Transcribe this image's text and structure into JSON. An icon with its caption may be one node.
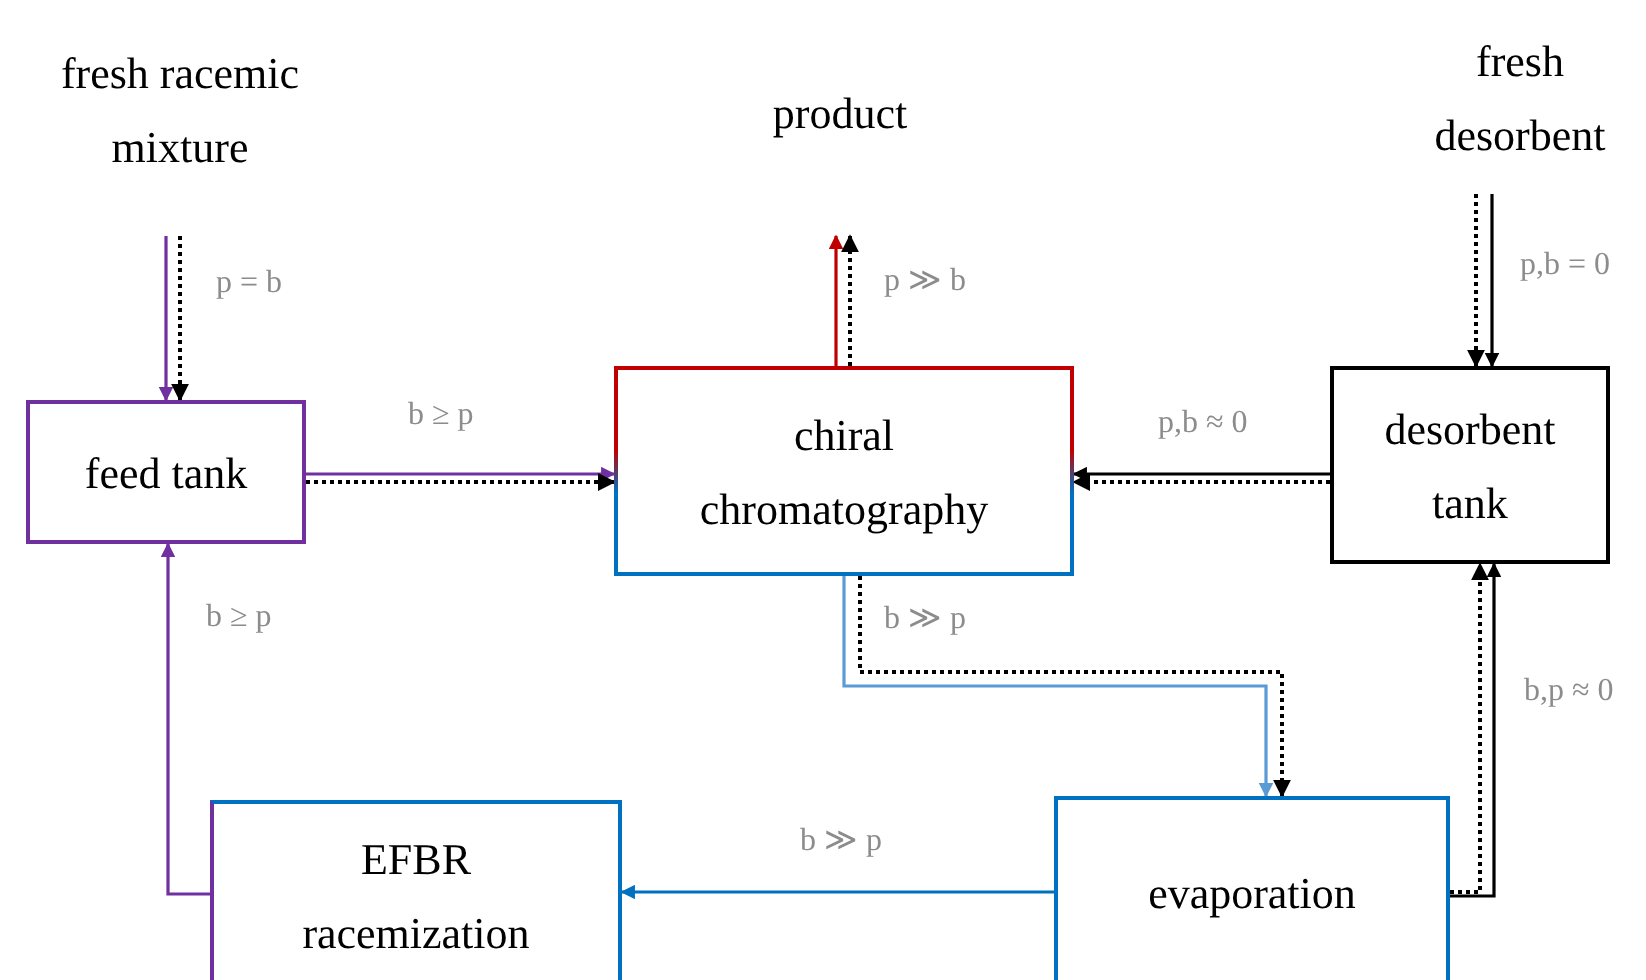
{
  "diagram": {
    "nodes": [
      {
        "text": [
          "fresh racemic mixture"
        ]
      },
      {
        "text": [
          "product"
        ]
      },
      {
        "text": [
          "fresh desorbent"
        ]
      },
      {
        "text": [
          "feed tank"
        ]
      },
      {
        "text": [
          "chiral chromatography"
        ]
      },
      {
        "text": [
          "desorbent tank"
        ]
      },
      {
        "text": [
          "EFBR racemization"
        ]
      },
      {
        "text": [
          "evaporation"
        ]
      }
    ],
    "edges": [
      {
        "from": 0,
        "to": 3,
        "arrow": "to",
        "label": "p = b",
        "color": "#7030a0"
      },
      {
        "from": 0,
        "to": 3,
        "arrow": "to",
        "style": "dashed"
      },
      {
        "from": 3,
        "to": 4,
        "arrow": "to",
        "label": "b ≥ p",
        "color": "#7030a0"
      },
      {
        "from": 3,
        "to": 4,
        "arrow": "to",
        "style": "dashed"
      },
      {
        "from": 4,
        "to": 1,
        "arrow": "to",
        "label": "p ≫ b",
        "color": "#c00000"
      },
      {
        "from": 4,
        "to": 1,
        "arrow": "to",
        "style": "dashed"
      },
      {
        "from": 2,
        "to": 5,
        "arrow": "to",
        "style": "dashed"
      },
      {
        "from": 2,
        "to": 5,
        "arrow": "to",
        "label": "p,b = 0"
      },
      {
        "from": 5,
        "to": 4,
        "arrow": "to",
        "label": "p,b ≈ 0"
      },
      {
        "from": 5,
        "to": 4,
        "arrow": "to",
        "style": "dashed"
      },
      {
        "from": 4,
        "to": 7,
        "arrow": "to",
        "label": "b ≫ p",
        "color": "#5b9bd5"
      },
      {
        "from": 4,
        "to": 7,
        "arrow": "to",
        "style": "dashed"
      },
      {
        "from": 7,
        "to": 6,
        "arrow": "to",
        "label": "b ≫ p",
        "color": "#0070c0"
      },
      {
        "from": 7,
        "to": 5,
        "arrow": "to",
        "style": "dashed"
      },
      {
        "from": 7,
        "to": 5,
        "arrow": "to",
        "label": "b,p ≈ 0"
      },
      {
        "from": 6,
        "to": 3,
        "arrow": "to",
        "label": "b ≥ p",
        "color": "#7030a0"
      }
    ]
  }
}
